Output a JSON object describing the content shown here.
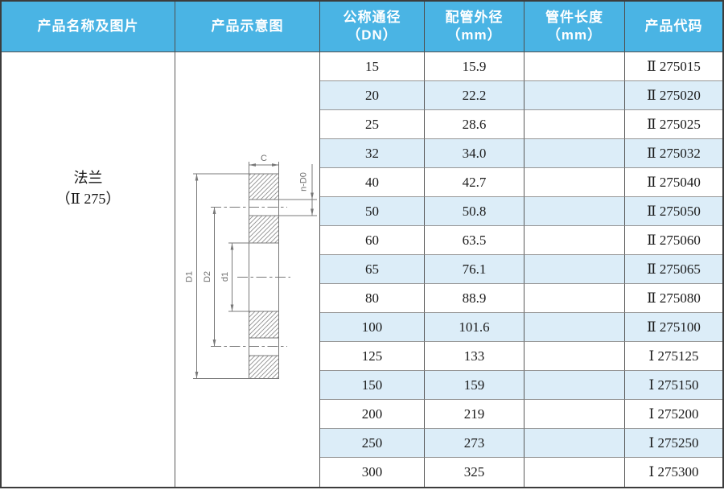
{
  "colors": {
    "header_bg": "#4ab4e4",
    "header_text": "#ffffff",
    "stripe": "#dcedf8"
  },
  "header": {
    "columns": [
      {
        "line1": "产品名称及图片",
        "line2": ""
      },
      {
        "line1": "产品示意图",
        "line2": ""
      },
      {
        "line1": "公称通径",
        "line2": "（DN）"
      },
      {
        "line1": "配管外径",
        "line2": "（mm）"
      },
      {
        "line1": "管件长度",
        "line2": "（mm）"
      },
      {
        "line1": "产品代码",
        "line2": ""
      }
    ]
  },
  "product": {
    "name": "法兰",
    "spec": "（Ⅱ 275）"
  },
  "diagram": {
    "labels": {
      "thickness": "C",
      "holes": "n-D0",
      "outer_dia": "D1",
      "bolt_circle_dia": "D2",
      "bore_dia": "d1"
    }
  },
  "table": {
    "rows": [
      {
        "dn": "15",
        "pipe_od": "15.9",
        "length": "",
        "code": "Ⅱ 275015"
      },
      {
        "dn": "20",
        "pipe_od": "22.2",
        "length": "",
        "code": "Ⅱ 275020"
      },
      {
        "dn": "25",
        "pipe_od": "28.6",
        "length": "",
        "code": "Ⅱ 275025"
      },
      {
        "dn": "32",
        "pipe_od": "34.0",
        "length": "",
        "code": "Ⅱ 275032"
      },
      {
        "dn": "40",
        "pipe_od": "42.7",
        "length": "",
        "code": "Ⅱ 275040"
      },
      {
        "dn": "50",
        "pipe_od": "50.8",
        "length": "",
        "code": "Ⅱ 275050"
      },
      {
        "dn": "60",
        "pipe_od": "63.5",
        "length": "",
        "code": "Ⅱ 275060"
      },
      {
        "dn": "65",
        "pipe_od": "76.1",
        "length": "",
        "code": "Ⅱ 275065"
      },
      {
        "dn": "80",
        "pipe_od": "88.9",
        "length": "",
        "code": "Ⅱ 275080"
      },
      {
        "dn": "100",
        "pipe_od": "101.6",
        "length": "",
        "code": "Ⅱ 275100"
      },
      {
        "dn": "125",
        "pipe_od": "133",
        "length": "",
        "code": "Ⅰ 275125"
      },
      {
        "dn": "150",
        "pipe_od": "159",
        "length": "",
        "code": "Ⅰ 275150"
      },
      {
        "dn": "200",
        "pipe_od": "219",
        "length": "",
        "code": "Ⅰ 275200"
      },
      {
        "dn": "250",
        "pipe_od": "273",
        "length": "",
        "code": "Ⅰ 275250"
      },
      {
        "dn": "300",
        "pipe_od": "325",
        "length": "",
        "code": "Ⅰ 275300"
      }
    ]
  }
}
